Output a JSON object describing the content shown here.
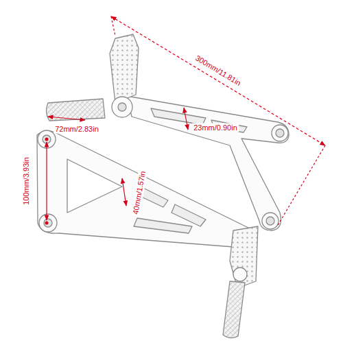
{
  "diagram": {
    "labels": [
      "300mm/11.81in",
      "72mm/2.83in",
      "23mm/0.90in",
      "100mm/3.93in",
      "40mm/1.57in"
    ]
  }
}
